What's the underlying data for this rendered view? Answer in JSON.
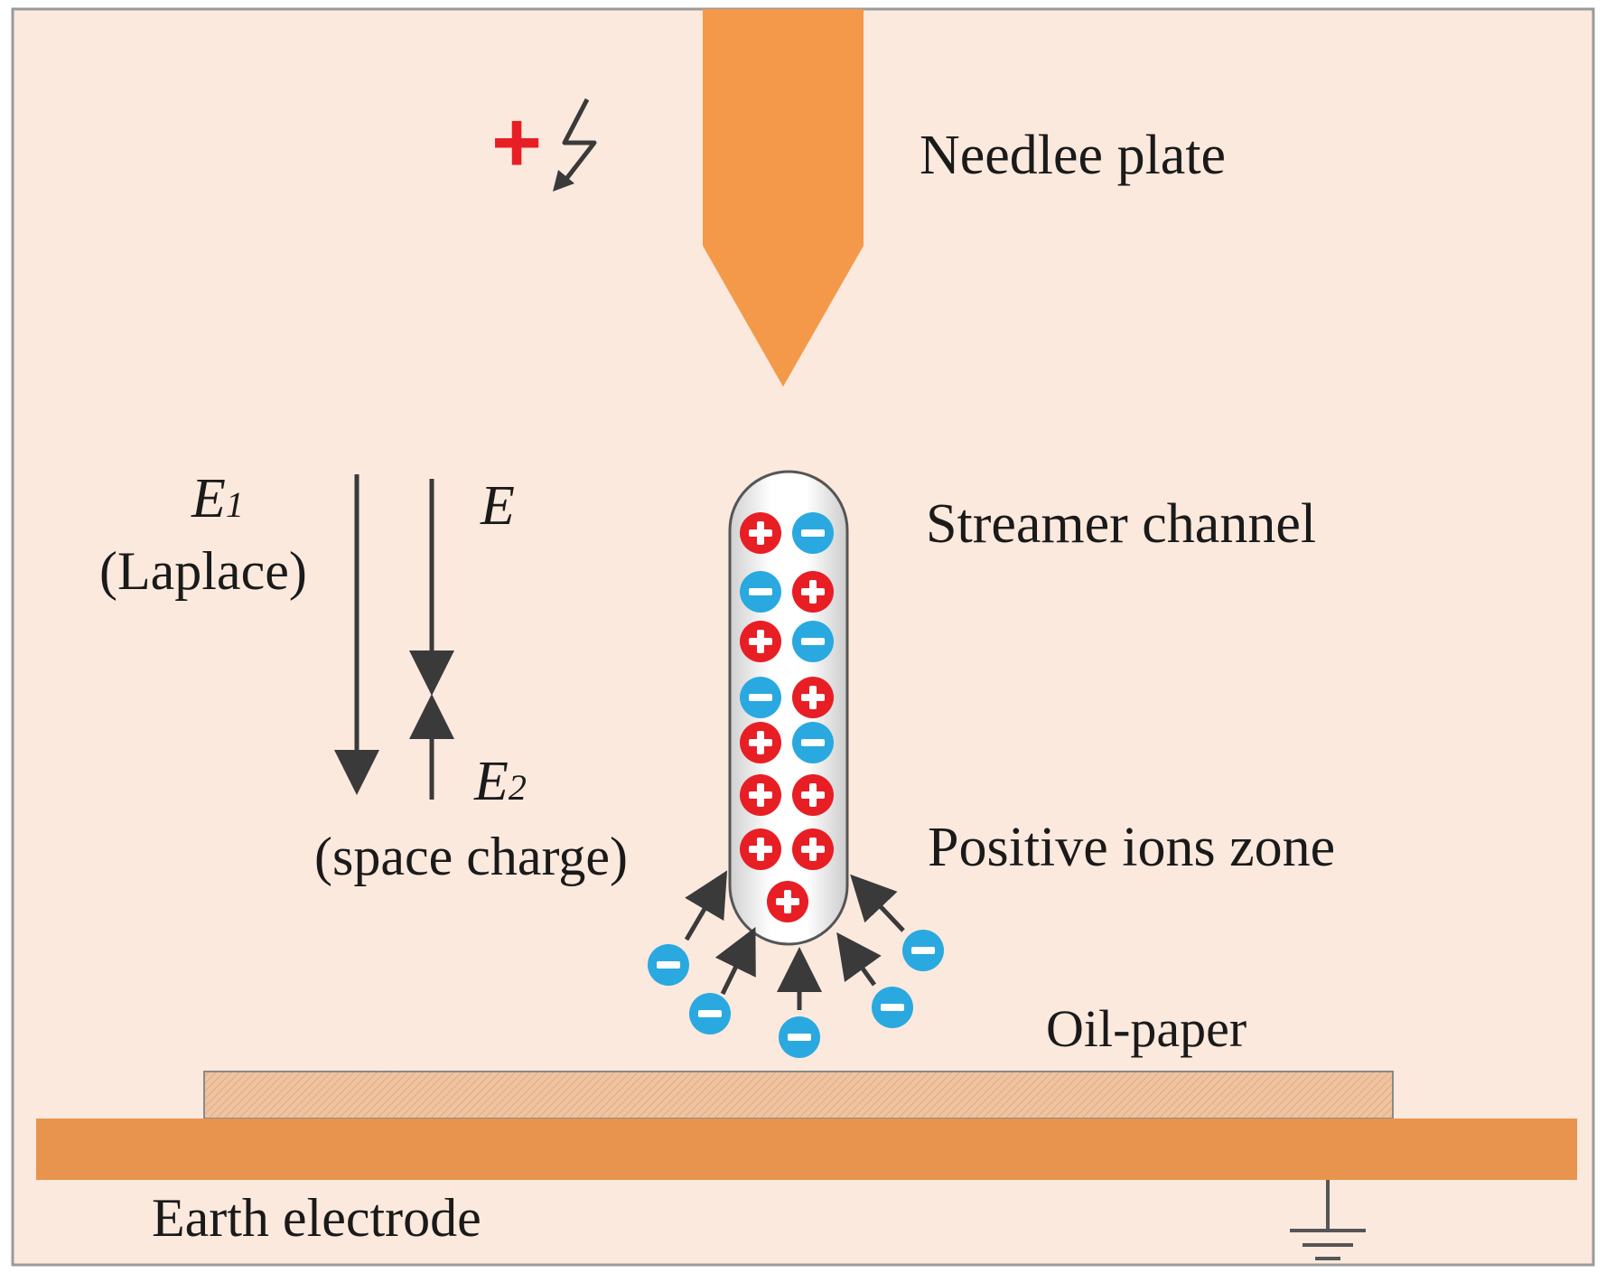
{
  "labels": {
    "needle": "Needlee plate",
    "streamer": "Streamer channel",
    "positive_zone": "Positive ions zone",
    "oil_paper": "Oil-paper",
    "earth": "Earth electrode",
    "e1": "E",
    "e1_sub": "1",
    "e1_desc": "(Laplace)",
    "e": "E",
    "e2": "E",
    "e2_sub": "2",
    "e2_desc": "(space charge)"
  },
  "charges": {
    "plus_symbol": "+",
    "minus_symbol": "−"
  },
  "colors": {
    "background": "#fbe9dd",
    "frame": "#9a9a9a",
    "needle": "#f4994a",
    "earth_electrode": "#e8944e",
    "oil_paper": "#f0c4a0",
    "positive_ion": "#e81e25",
    "negative_ion": "#2aa9e0",
    "arrow": "#3a3a3a",
    "source_plus": "#e81e25"
  },
  "icons": {
    "source": "lightning-bolt-icon",
    "ground": "ground-symbol-icon"
  }
}
